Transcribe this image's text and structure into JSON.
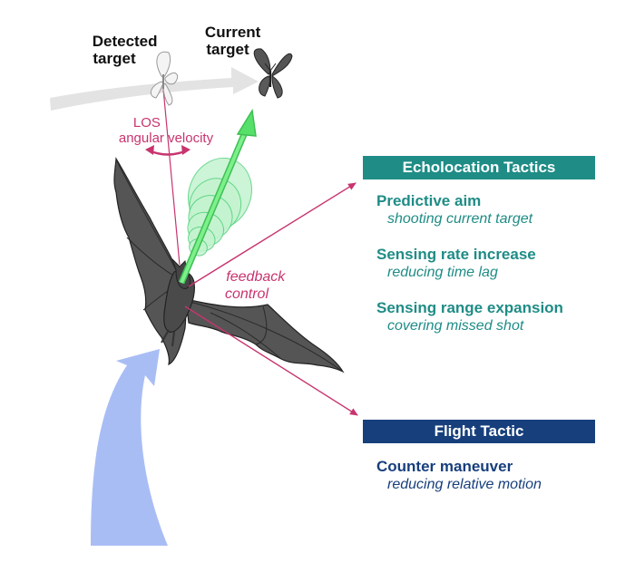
{
  "labels": {
    "detected_target": [
      "Detected",
      "target"
    ],
    "current_target": [
      "Current",
      "target"
    ],
    "los": [
      "LOS",
      "angular velocity"
    ],
    "feedback": [
      "feedback",
      "control"
    ]
  },
  "echolocation": {
    "header": "Echolocation Tactics",
    "items": [
      {
        "title": "Predictive aim",
        "subtitle": "shooting current target"
      },
      {
        "title": "Sensing rate increase",
        "subtitle": "reducing time lag"
      },
      {
        "title": "Sensing range expansion",
        "subtitle": "covering missed shot"
      }
    ]
  },
  "flight": {
    "header": "Flight Tactic",
    "items": [
      {
        "title": "Counter maneuver",
        "subtitle": "reducing relative motion"
      }
    ]
  },
  "colors": {
    "teal": "#1f8c86",
    "navy": "#173f7c",
    "pink": "#c8346e",
    "beam_green": "#56e06a",
    "flight_path_blue": "#a9bdf5",
    "target_path_grey": "#e3e3e3",
    "bat_body": "#555555"
  }
}
